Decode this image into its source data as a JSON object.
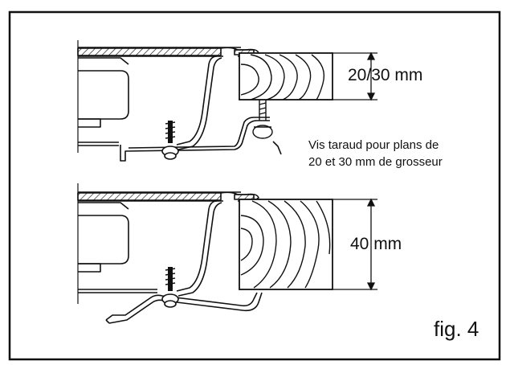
{
  "labels": {
    "top_dimension": "20/30 mm",
    "screw_note_line1": "Vis taraud pour plans de",
    "screw_note_line2": "20 et 30 mm de grosseur",
    "bottom_dimension": "40 mm",
    "figure_label": "fig. 4"
  }
}
